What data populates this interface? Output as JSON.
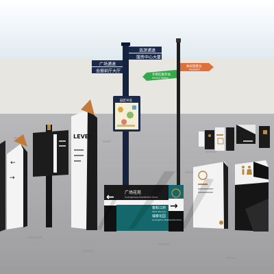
{
  "colors": {
    "sky_top": "#ffffff",
    "sky_bottom": "#dfeaf0",
    "wall": "#e8e6e1",
    "ground": "#a9a9ab",
    "pole_navy": "#15233f",
    "sign_navy": "#1b2a49",
    "teal": "#14686b",
    "orange_accent": "#c27a3a",
    "green_sign": "#35a84a",
    "orange_sign": "#e0703a",
    "black": "#111111",
    "white": "#ffffff",
    "gold": "#b98a42",
    "grey_panel": "#d7d7d7"
  },
  "signs": {
    "fingerpost": {
      "top_right_1": "巡游通道",
      "top_right_2": "服务中心大厦",
      "left_1": "广场通道",
      "left_2": "会展前厅大厅"
    },
    "screen_kiosk": {
      "header": "园区导览"
    },
    "arrow_signs": {
      "green_label": "华南区服务站",
      "green_sub": "Service Station",
      "orange_label": "休闲观景台",
      "orange_sub": "Viewpoint"
    },
    "totem": {
      "label": "LEVEL"
    },
    "main_board": {
      "top_cn": "广场花苑",
      "top_en": "Guangchang Residential Zone",
      "mid_cn": "泰和江府",
      "mid_en": "Taihe Mansion",
      "bottom_cn": "瑞泰花园",
      "bottom_en": "Guangzhou Residential Zone"
    }
  }
}
